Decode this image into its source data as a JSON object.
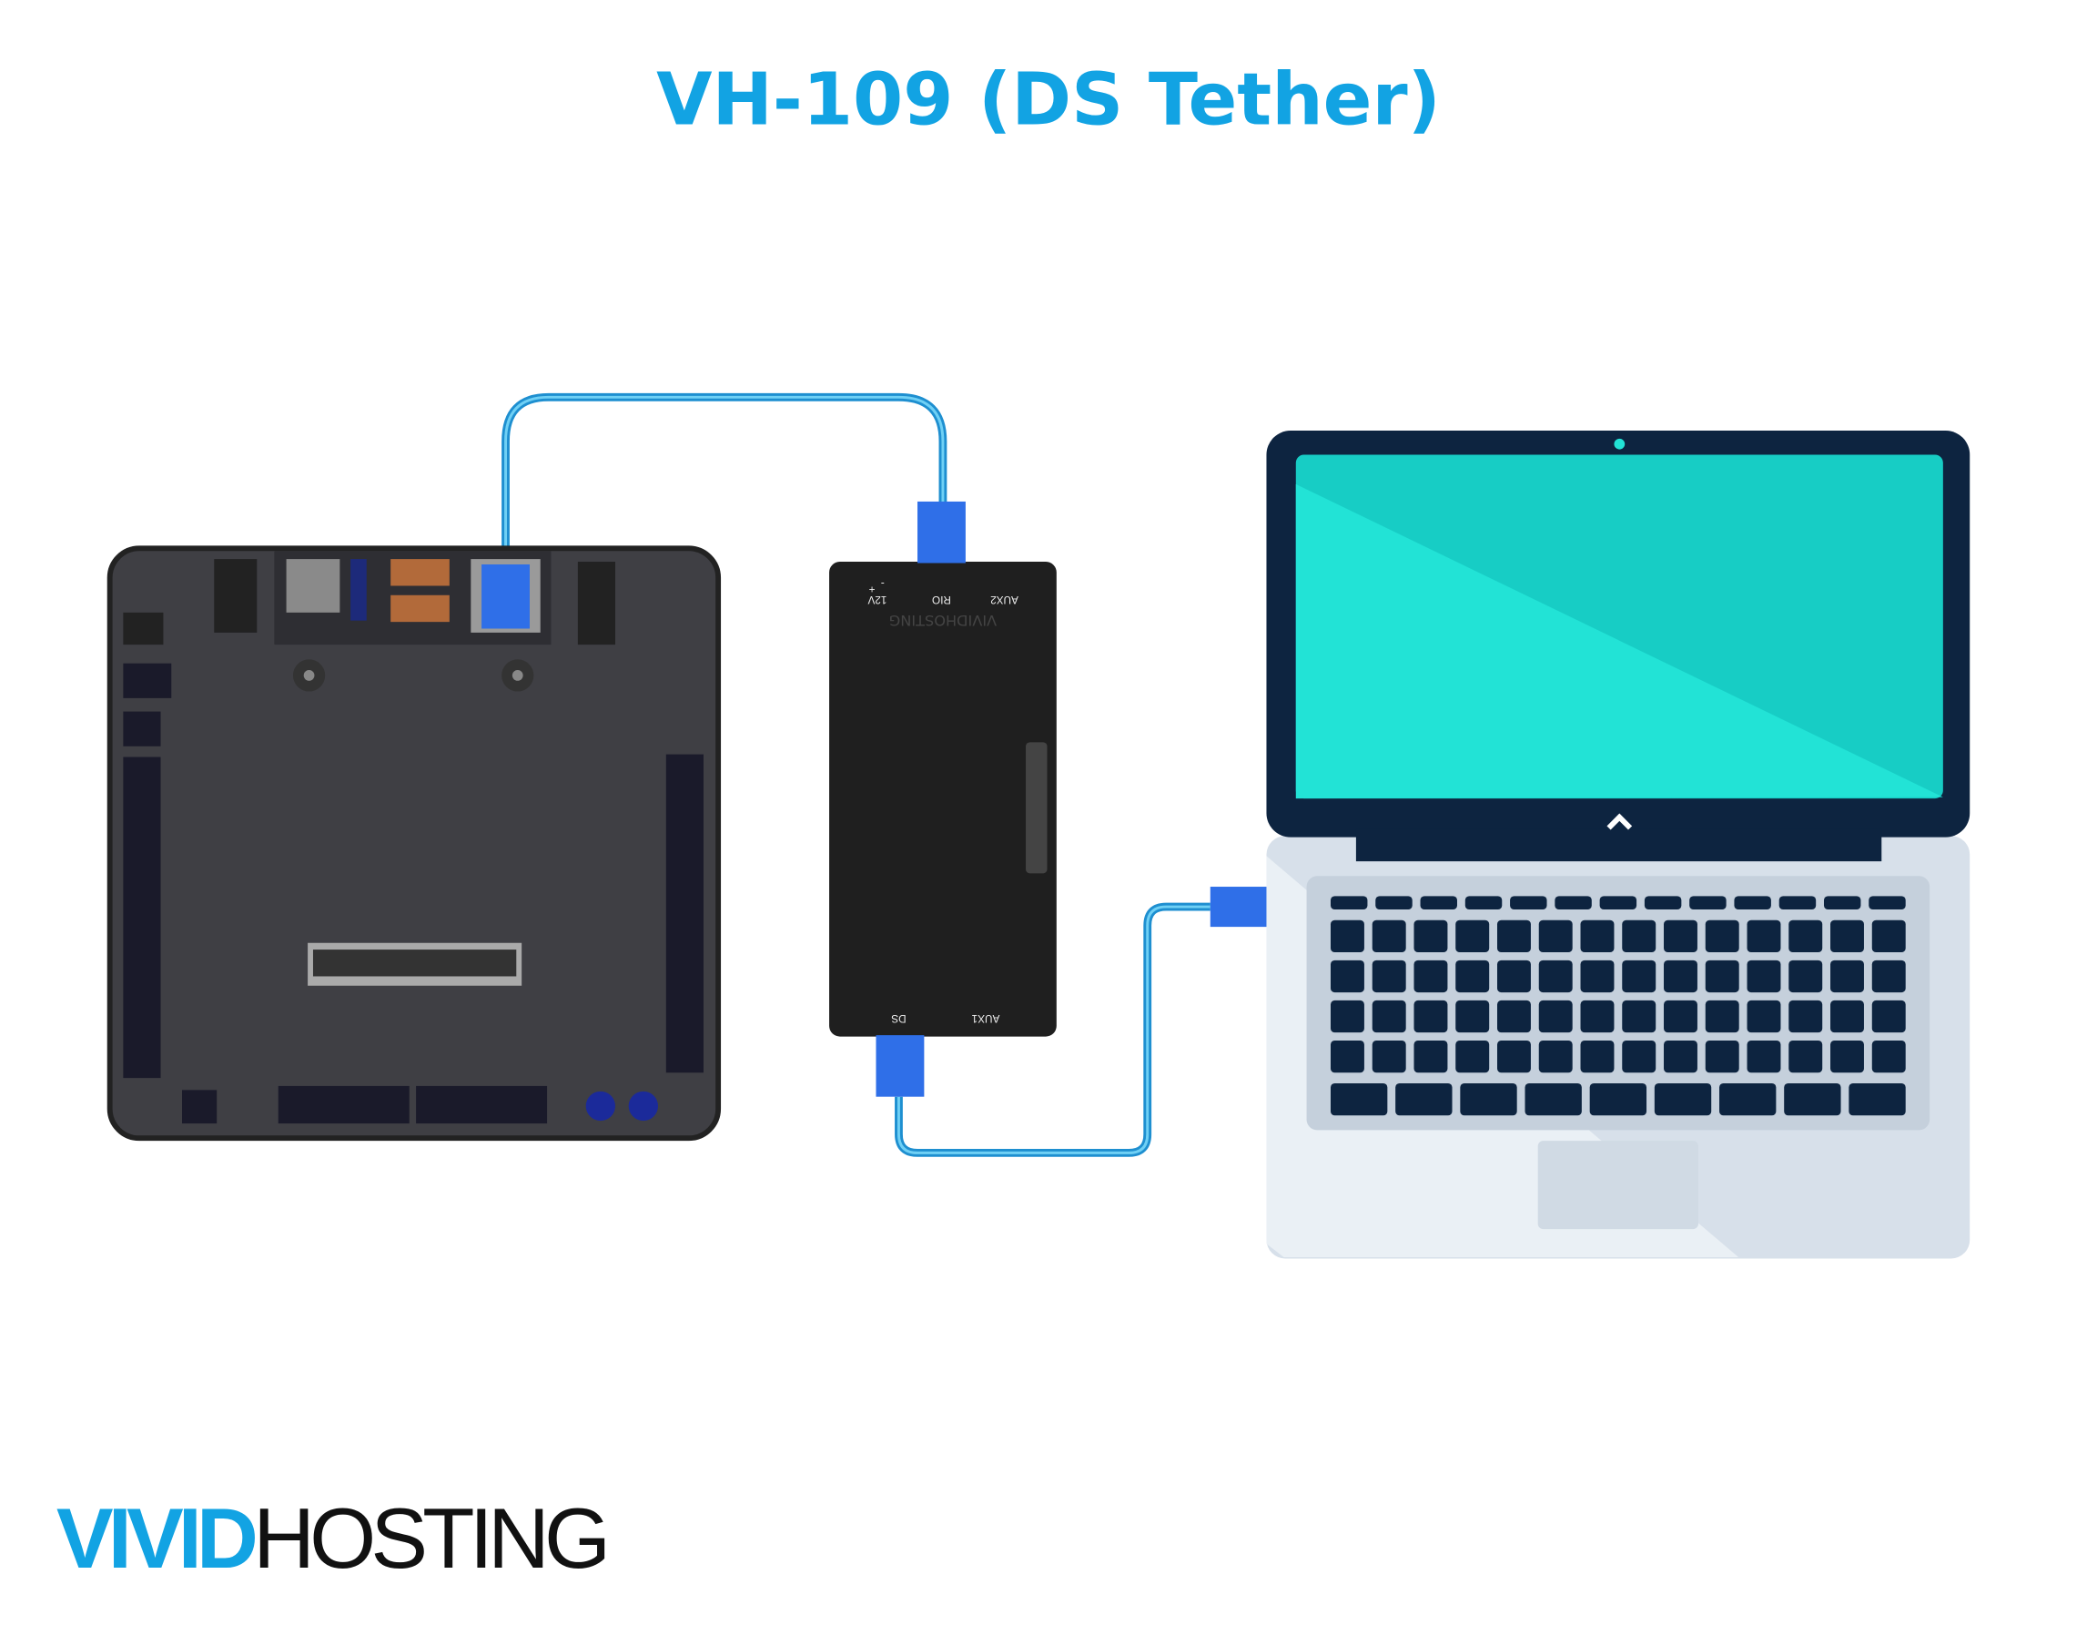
{
  "title": "VH-109 (DS Tether)",
  "radio": {
    "brand": "VIVIDHOSTING",
    "ports_top": [
      "12V",
      "RIO",
      "AUX2"
    ],
    "polarity": [
      "+",
      "-"
    ],
    "ports_bottom": [
      "DS",
      "AUX1"
    ]
  },
  "logo": {
    "part1": "VIVID",
    "part2": "HOSTING"
  },
  "colors": {
    "accent": "#12a3e3",
    "cable": "#2f6fe8",
    "screen": "#22e3d6",
    "laptop_frame": "#0d2440"
  }
}
